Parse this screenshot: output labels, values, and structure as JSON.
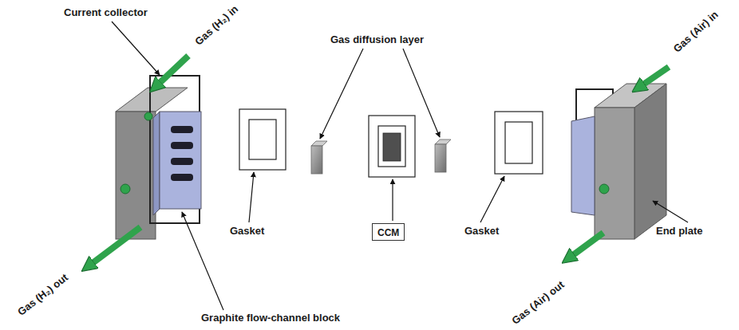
{
  "diagram": {
    "nodes": [
      {
        "text": [
          "CCM"
        ]
      }
    ],
    "labels": [
      "Current collector",
      "Gas (H₂) in",
      "Gas diffusion layer",
      "Gas (Air) in",
      "Gasket",
      "Gasket",
      "End plate",
      "Gas (H₂) out",
      "Graphite flow-channel block",
      "Gas (Air) out"
    ]
  }
}
